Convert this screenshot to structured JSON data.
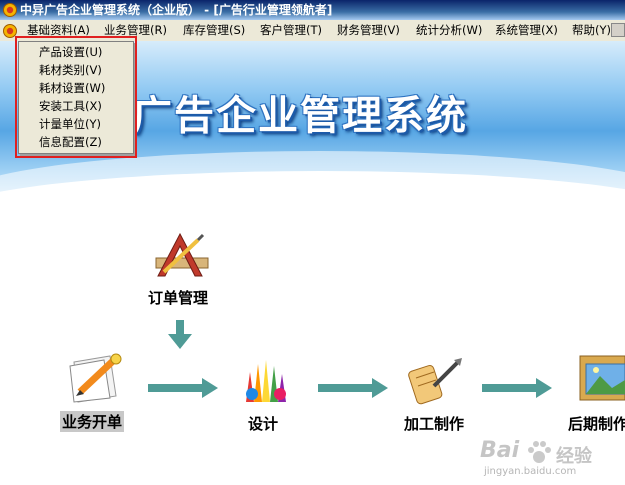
{
  "window": {
    "title": "中异广告企业管理系统（企业版） - [广告行业管理领航者]"
  },
  "menu": {
    "items": [
      {
        "label": "基础资料(A)"
      },
      {
        "label": "业务管理(R)"
      },
      {
        "label": "库存管理(S)"
      },
      {
        "label": "客户管理(T)"
      },
      {
        "label": "财务管理(V)"
      },
      {
        "label": "统计分析(W)"
      },
      {
        "label": "系统管理(X)"
      },
      {
        "label": "帮助(Y)"
      }
    ]
  },
  "dropdown": {
    "items": [
      {
        "label": "产品设置(U)"
      },
      {
        "label": "耗材类别(V)"
      },
      {
        "label": "耗材设置(W)"
      },
      {
        "label": "安装工具(X)"
      },
      {
        "label": "计量单位(Y)"
      },
      {
        "label": "信息配置(Z)"
      }
    ]
  },
  "banner": {
    "title": "广告企业管理系统"
  },
  "flow": {
    "order_management": "订单管理",
    "business_order": "业务开单",
    "design": "设计",
    "processing": "加工制作",
    "post_production": "后期制作"
  },
  "watermark": {
    "brand": "Bai",
    "brand2": "经验",
    "url": "jingyan.baidu.com"
  },
  "colors": {
    "arrow": "#4f9b96",
    "highlight": "#e02020",
    "titlebar": "#0a246a"
  }
}
